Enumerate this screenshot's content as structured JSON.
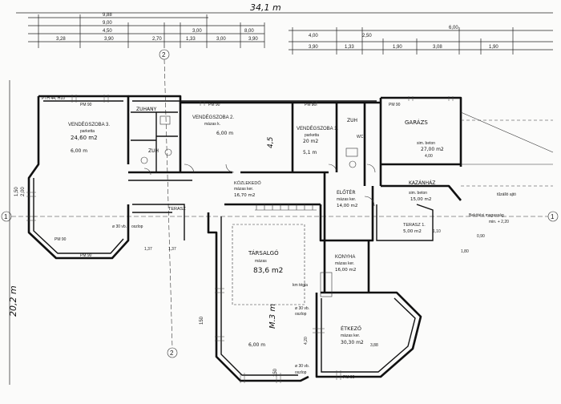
{
  "overall": {
    "width_label": "34,1 m",
    "height_label": "20,2 m"
  },
  "dims_top_row1": [
    "9,88"
  ],
  "dims_top_row2": [
    "9,00"
  ],
  "dims_top_row3": [
    "4,50",
    "3,00",
    "8,00"
  ],
  "dims_top_row4": [
    "3,28",
    "3,90",
    "2,70",
    "1,33",
    "3,00",
    "3,90"
  ],
  "dims_top_right1": [
    "4,00",
    "2,50",
    "6,00"
  ],
  "dims_top_right2": [
    "3,90",
    "1,33",
    "1,90",
    "3,08",
    "1,90"
  ],
  "axis_markers": [
    "2",
    "1",
    "2",
    "1"
  ],
  "rooms": {
    "guest3": {
      "name": "VENDÉGSZOBA 3.",
      "floor": "parketta",
      "area": "24,60 m2"
    },
    "guest2": {
      "name": "VENDÉGSZOBA 2.",
      "floor": "mázas k.",
      "area": "6,00 m"
    },
    "guest1": {
      "name": "VENDÉGSZOBA 1.",
      "floor": "parketta",
      "area": "20 m2"
    },
    "zuhany1": {
      "name": "ZUHANY"
    },
    "zuh2": {
      "name": "ZUH"
    },
    "zuh3": {
      "name": "ZUH"
    },
    "garage": {
      "name": "GARÁZS",
      "floor": "sim. beton",
      "area": "27,00 m2"
    },
    "kazan": {
      "name": "KAZÁNHÁZ",
      "floor": "sim. beton",
      "area": "15,00 m2"
    },
    "kozlekedo": {
      "name": "KÖZLEKEDŐ",
      "floor": "mázas ker.",
      "area": "16,70 m2"
    },
    "eloter": {
      "name": "ELŐTÉR",
      "floor": "mázas ker.",
      "area": "14,00 m2"
    },
    "terasz1": {
      "name": "TERASZ 1.",
      "area": "5,00 m2"
    },
    "terasz2": {
      "name": "TERASZ"
    },
    "tarsalgo": {
      "name": "TÁRSALGÓ",
      "floor": "mázas",
      "area": "83,6 m2"
    },
    "konyha": {
      "name": "KONYHA",
      "floor": "mázas ker.",
      "area": "16,00 m2"
    },
    "etkezo": {
      "name": "ÉTKEZŐ",
      "floor": "mázas ker.",
      "area": "30,30 m2"
    }
  },
  "notes": {
    "pmh10": "PTH 44, H10",
    "pm90": "PM 90",
    "pm90b": "PM 90",
    "pm90c": "PM 90",
    "pm90d": "PM 90",
    "pm90e": "PM 90",
    "pm90f": "PM 90",
    "kmtegla": "km tégla",
    "vb1": "ø 30 vb.",
    "vb1b": "oszlop",
    "vb2": "ø 30 vb.",
    "vb2b": "oszlop",
    "vb3": "ø 30 vb.",
    "vb3b": "oszlop",
    "bekotesi": "Bekötési magasság",
    "bekotesi2": "min. + 2,20",
    "tuzfal": "tűzálló ajtó",
    "mh": "M.3 m",
    "mh2": "4,5",
    "mh3": "6,00 m",
    "mh4": "6,00 m",
    "mh5": "5,1 m",
    "w150a": "150",
    "w150b": "150",
    "w180": "1,80",
    "w110": "1,10",
    "w090": "0,90",
    "w137": "1,37",
    "w137b": "1,37",
    "w420": "4,20",
    "w400": "4,00",
    "w388": "3,88",
    "wc": "WC"
  },
  "side_labels": {
    "left_dim1": "1,50",
    "left_dim2": "2,00",
    "bottom_pm": "PM 90"
  }
}
